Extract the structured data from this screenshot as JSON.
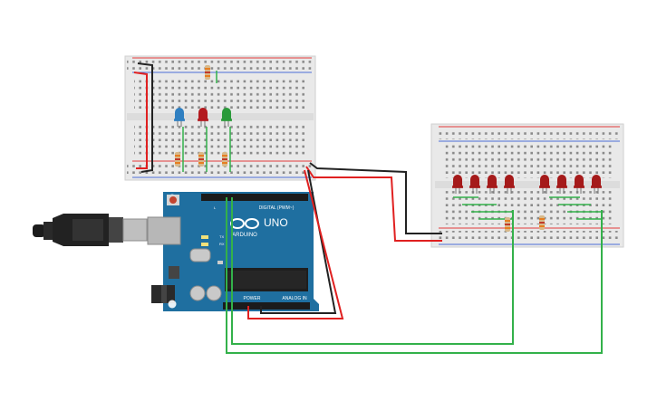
{
  "board": {
    "brand": "ARDUINO",
    "model": "UNO",
    "digital_label": "DIGITAL (PWM~)",
    "power_label": "POWER",
    "analog_label": "ANALOG IN",
    "tx_label": "TX",
    "rx_label": "RX",
    "l_label": "L"
  },
  "breadboard_left": {
    "leds": [
      {
        "color": "#2f7fc1"
      },
      {
        "color": "#b3191e"
      },
      {
        "color": "#2a9a3a"
      }
    ],
    "resistor_count": 4
  },
  "breadboard_right": {
    "leds": [
      {
        "color": "#a51a1a"
      },
      {
        "color": "#a51a1a"
      },
      {
        "color": "#a51a1a"
      },
      {
        "color": "#a51a1a"
      },
      {
        "color": "#a51a1a"
      },
      {
        "color": "#a51a1a"
      },
      {
        "color": "#a51a1a"
      },
      {
        "color": "#a51a1a"
      }
    ],
    "resistor_count": 2
  },
  "wires": {
    "red": "#e02020",
    "black": "#222222",
    "green": "#33b14a"
  }
}
